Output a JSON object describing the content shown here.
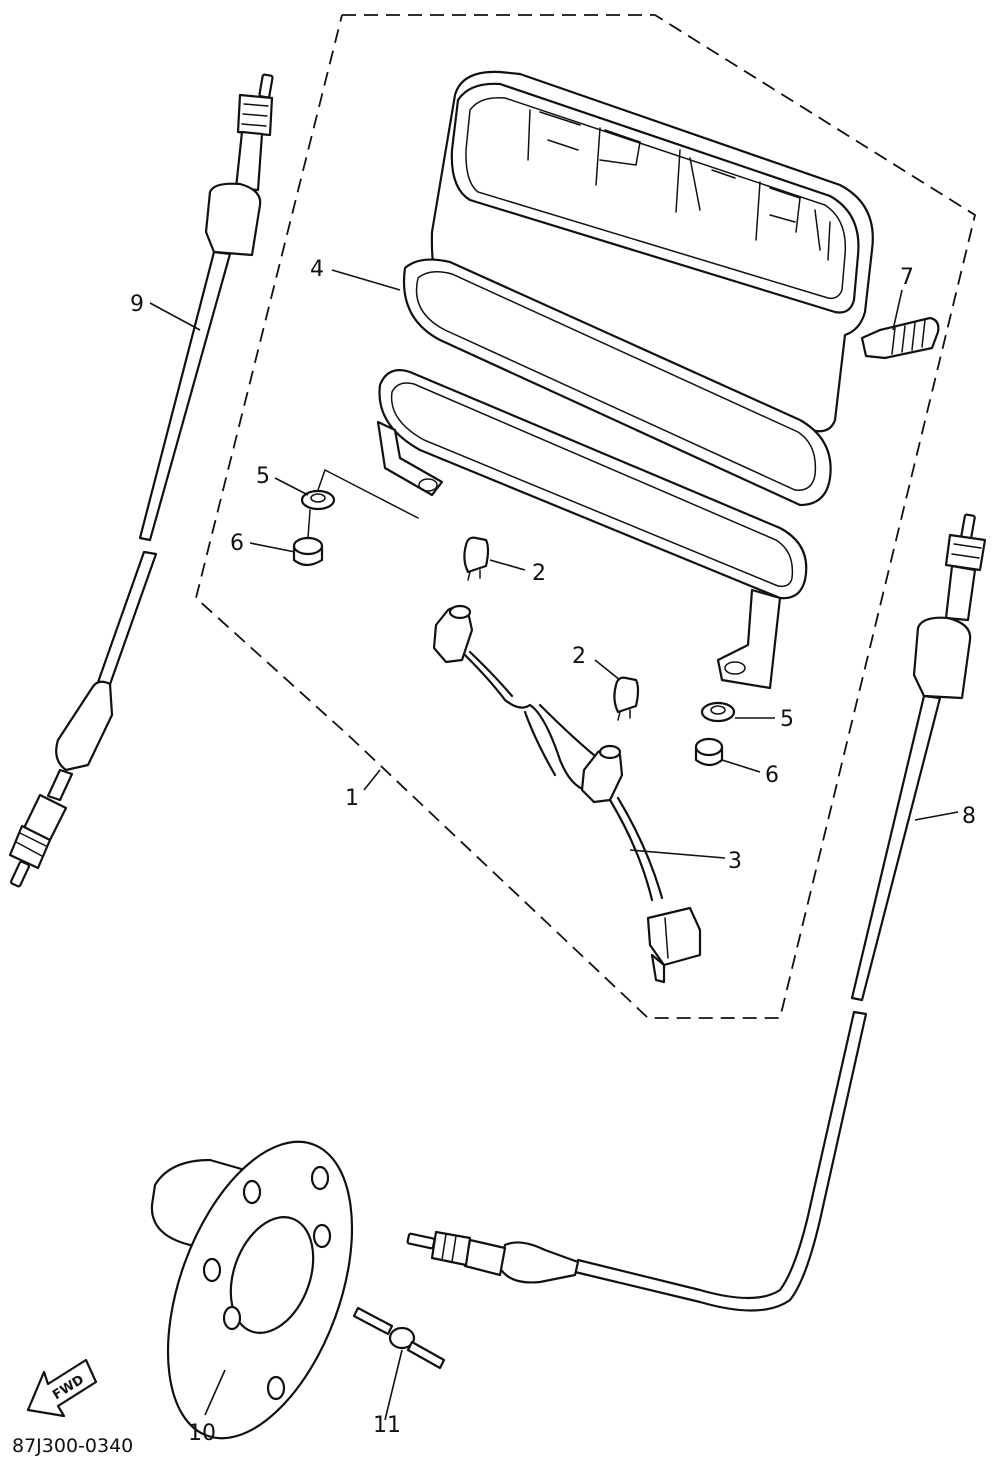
{
  "callouts": [
    {
      "id": "c1",
      "label": "1"
    },
    {
      "id": "c2a",
      "label": "2"
    },
    {
      "id": "c2b",
      "label": "2"
    },
    {
      "id": "c3",
      "label": "3"
    },
    {
      "id": "c4",
      "label": "4"
    },
    {
      "id": "c5a",
      "label": "5"
    },
    {
      "id": "c5b",
      "label": "5"
    },
    {
      "id": "c6a",
      "label": "6"
    },
    {
      "id": "c6b",
      "label": "6"
    },
    {
      "id": "c7",
      "label": "7"
    },
    {
      "id": "c8",
      "label": "8"
    },
    {
      "id": "c9",
      "label": "9"
    },
    {
      "id": "c10",
      "label": "10"
    },
    {
      "id": "c11",
      "label": "11"
    }
  ],
  "direction_arrow": "FWD",
  "drawing_code": "87J300-0340"
}
